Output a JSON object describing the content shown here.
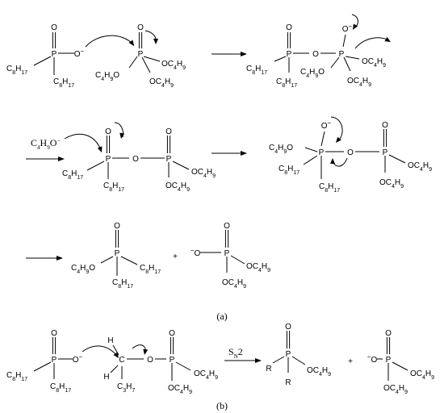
{
  "scheme": {
    "panel_a_label": "(a)",
    "panel_b_label": "(b)",
    "sn2_label": "S",
    "sn2_sub": "N",
    "sn2_num": "2",
    "plus_sign": "+",
    "minus_sign": "−",
    "atoms": {
      "P": "P",
      "O": "O",
      "H": "H",
      "R": "R",
      "C": "C",
      "C8": "C",
      "n8": "8",
      "H17": "H",
      "n17": "17",
      "C4": "C",
      "n4": "4",
      "H9": "H",
      "n9": "9",
      "H7": "H",
      "n7": "7",
      "n3": "3",
      "OC": "OC",
      "butoxide_prefix": "C",
      "butoxide_sub1": "4",
      "butoxide_mid": "H",
      "butoxide_sub2": "9",
      "butoxide_suffix": "O"
    }
  }
}
